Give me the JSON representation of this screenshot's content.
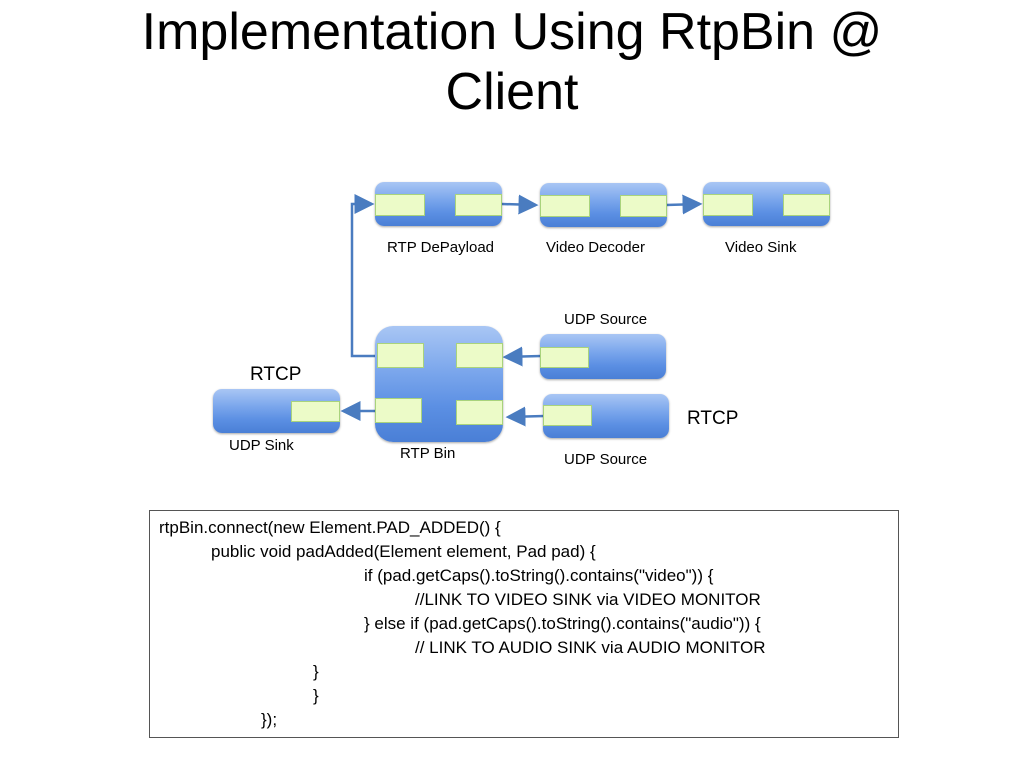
{
  "slide": {
    "title_line1": "Implementation Using RtpBin @",
    "title_line2": "Client"
  },
  "diagram": {
    "elements": {
      "rtp_depayload": "RTP DePayload",
      "video_decoder": "Video Decoder",
      "video_sink": "Video Sink",
      "udp_source_top": "UDP Source",
      "udp_source_bottom": "UDP Source",
      "rtp_bin": "RTP Bin",
      "udp_sink": "UDP Sink"
    },
    "rtcp_left": "RTCP",
    "rtcp_right": "RTCP",
    "colors": {
      "element": "#5b8fe3",
      "pad": "#ecfbc8",
      "arrow": "#4a7cc0"
    }
  },
  "code": {
    "lines": [
      "rtpBin.connect(new Element.PAD_ADDED() {",
      "public void padAdded(Element element, Pad pad) {",
      "if (pad.getCaps().toString().contains(\"video\")) {",
      "//LINK TO VIDEO SINK via VIDEO MONITOR",
      "} else if (pad.getCaps().toString().contains(\"audio\")) {",
      "// LINK TO AUDIO SINK via AUDIO MONITOR",
      "}",
      "}",
      "});"
    ]
  }
}
